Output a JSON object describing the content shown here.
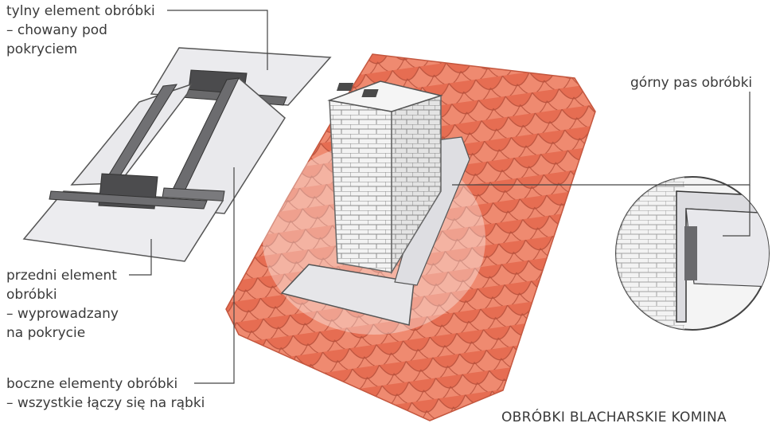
{
  "labels": {
    "back_element": [
      "tylny element obróbki",
      "– chowany pod",
      "pokryciem"
    ],
    "front_element": [
      "przedni element",
      "obróbki",
      "– wyprowadzany",
      "na pokrycie"
    ],
    "side_elements": [
      "boczne elementy obróbki",
      "– wszystkie łączy się na rąbki"
    ],
    "top_strip": "górny pas obróbki"
  },
  "title": "OBRÓBKI BLACHARSKIE KOMINA",
  "colors": {
    "roof_tile": "#e8735a",
    "roof_tile_light": "#f39a82",
    "roof_tile_shadow": "#c9573f",
    "brick_light": "#f2f2f2",
    "brick_line": "#8a8a8a",
    "metal_light": "#e4e4e6",
    "metal_dark": "#5a5a5c",
    "leader_line": "#444444"
  }
}
